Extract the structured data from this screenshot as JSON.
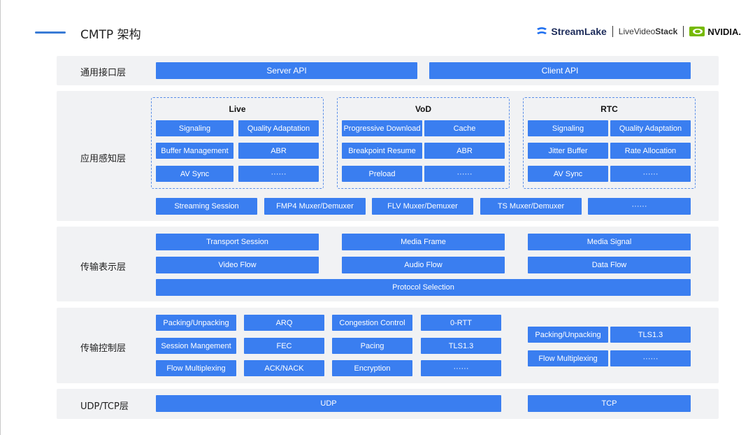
{
  "header": {
    "title": "CMTP 架构",
    "logos": {
      "streamlake": "StreamLake",
      "livevideostack_prefix": "Live",
      "livevideostack_mid": "Video",
      "livevideostack_suffix": "Stack",
      "nvidia": "NVIDIA."
    }
  },
  "colors": {
    "box": "#3a7ef0",
    "layer_bg": "#f1f2f4",
    "accent": "#3a7bd5",
    "dashed_border": "#5b8fe8"
  },
  "layers": {
    "api": {
      "label": "通用接口层",
      "boxes": [
        "Server API",
        "Client API"
      ]
    },
    "app": {
      "label": "应用感知层",
      "groups": [
        {
          "title": "Live",
          "items": [
            "Signaling",
            "Quality Adaptation",
            "Buffer Management",
            "ABR",
            "AV Sync",
            "······"
          ]
        },
        {
          "title": "VoD",
          "items": [
            "Progressive Download",
            "Cache",
            "Breakpoint Resume",
            "ABR",
            "Preload",
            "······"
          ]
        },
        {
          "title": "RTC",
          "items": [
            "Signaling",
            "Quality Adaptation",
            "Jitter Buffer",
            "Rate Allocation",
            "AV Sync",
            "······"
          ]
        }
      ],
      "bottom": [
        "Streaming Session",
        "FMP4 Muxer/Demuxer",
        "FLV Muxer/Demuxer",
        "TS Muxer/Demuxer",
        "······"
      ]
    },
    "presentation": {
      "label": "传输表示层",
      "row1": [
        "Transport Session",
        "Media Frame",
        "Media Signal"
      ],
      "row2": [
        "Video Flow",
        "Audio Flow",
        "Data Flow"
      ],
      "row3": "Protocol Selection"
    },
    "control": {
      "label": "传输控制层",
      "left": [
        [
          "Packing/Unpacking",
          "ARQ",
          "Congestion Control",
          "0-RTT"
        ],
        [
          "Session Mangement",
          "FEC",
          "Pacing",
          "TLS1.3"
        ],
        [
          "Flow Multiplexing",
          "ACK/NACK",
          "Encryption",
          "······"
        ]
      ],
      "right": [
        [
          "Packing/Unpacking",
          "TLS1.3"
        ],
        [
          "Flow Multiplexing",
          "······"
        ]
      ]
    },
    "transport": {
      "label": "UDP/TCP层",
      "boxes": [
        "UDP",
        "TCP"
      ]
    }
  }
}
